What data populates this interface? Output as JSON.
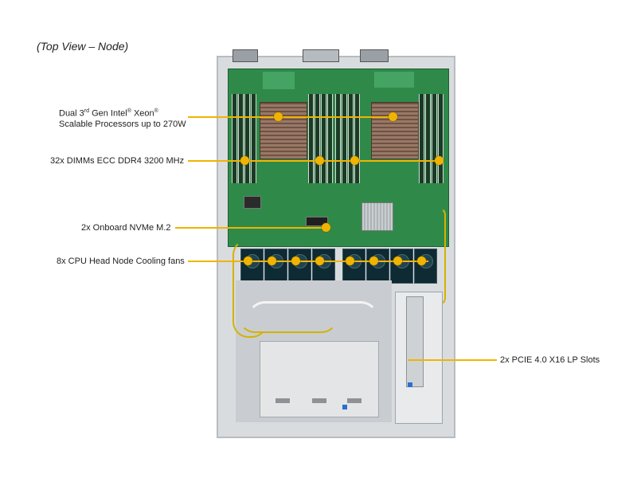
{
  "title": "(Top View – Node)",
  "callouts": {
    "cpu": {
      "line1_prefix": "Dual 3",
      "line1_sup": "rd",
      "line1_mid": " Gen Intel",
      "line1_reg": "®",
      "line1_suffix": " Xeon",
      "line1_reg2": "®",
      "line2": "Scalable Processors up to 270W"
    },
    "dimm": "32x DIMMs ECC DDR4 3200 MHz",
    "nvme": "2x Onboard NVMe M.2",
    "fans": "8x CPU Head Node Cooling fans",
    "pcie": "2x PCIE 4.0 X16 LP Slots"
  },
  "colors": {
    "callout_line": "#f0b400",
    "board": "#2f8a4a",
    "fan": "#0e2a33",
    "chassis": "#d9dcdf"
  },
  "icons": {
    "heatsink": "cpu-heatsink-icon",
    "fan": "fan-icon"
  }
}
